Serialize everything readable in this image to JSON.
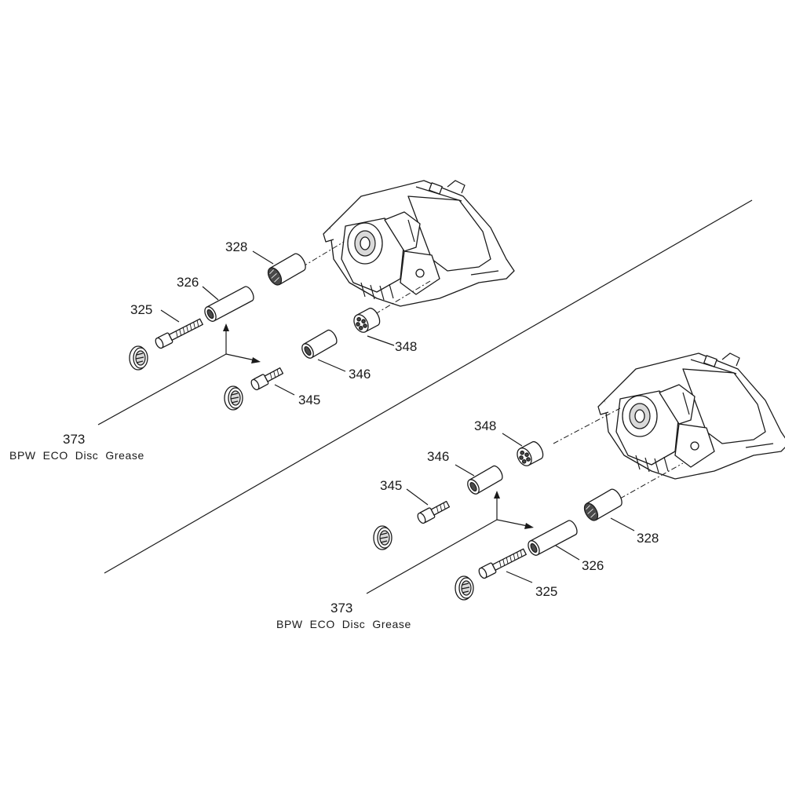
{
  "top_assembly": {
    "labels": {
      "caliper_bushing": "328",
      "guide_sleeve": "326",
      "bolt_long": "325",
      "bolt_short": "345",
      "short_sleeve": "346",
      "rubber_bushing": "348",
      "grease_ref": "373"
    },
    "grease_note": "BPW  ECO  Disc  Grease"
  },
  "bottom_assembly": {
    "labels": {
      "caliper_bushing": "328",
      "guide_sleeve": "326",
      "bolt_long": "325",
      "bolt_short": "345",
      "short_sleeve": "346",
      "rubber_bushing": "348",
      "grease_ref": "373"
    },
    "grease_note": "BPW  ECO  Disc  Grease"
  },
  "colors": {
    "line": "#1a1a1a",
    "shade": "#d9d9d9",
    "dark": "#4a4a4a"
  }
}
